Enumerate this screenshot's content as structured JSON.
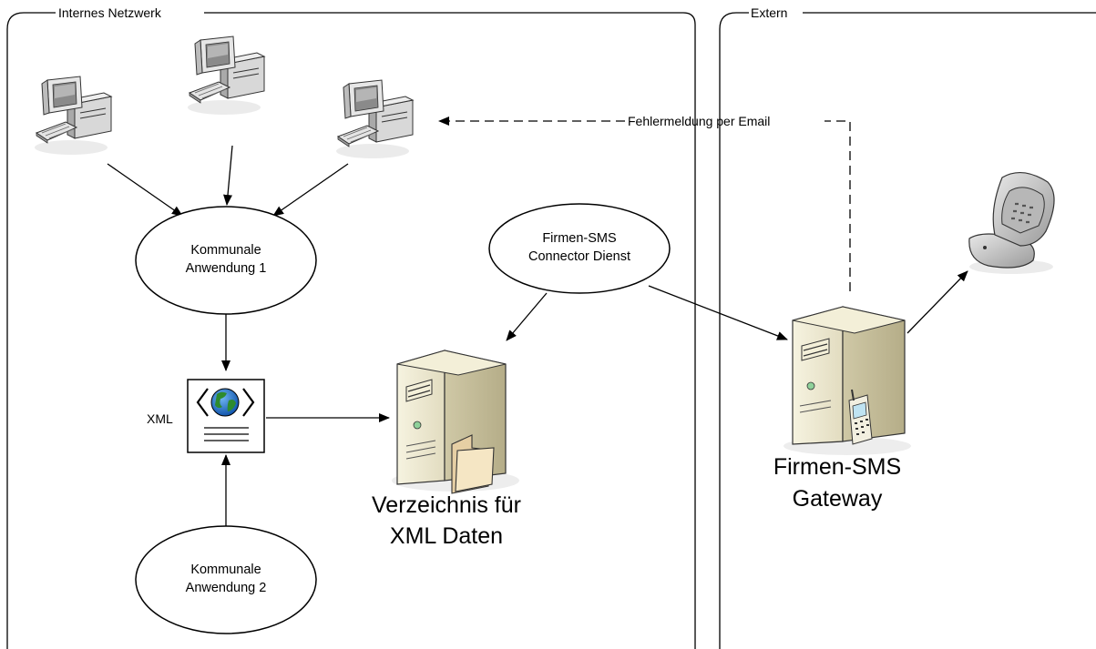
{
  "groups": {
    "internal": "Internes Netzwerk",
    "external": "Extern"
  },
  "nodes": {
    "app1": {
      "line1": "Kommunale",
      "line2": "Anwendung 1"
    },
    "app2": {
      "line1": "Kommunale",
      "line2": "Anwendung 2"
    },
    "connector": {
      "line1": "Firmen-SMS",
      "line2": "Connector Dienst"
    },
    "xml_label": "XML",
    "directory": {
      "line1": "Verzeichnis für",
      "line2": "XML Daten"
    },
    "gateway": {
      "line1": "Firmen-SMS",
      "line2": "Gateway"
    }
  },
  "edges": {
    "error_email": "Fehlermeldung per Email"
  },
  "icons": [
    "workstation-icon",
    "xml-document-icon",
    "globe-icon",
    "file-server-icon",
    "folder-icon",
    "sms-gateway-server-icon",
    "mobile-phone-icon"
  ]
}
